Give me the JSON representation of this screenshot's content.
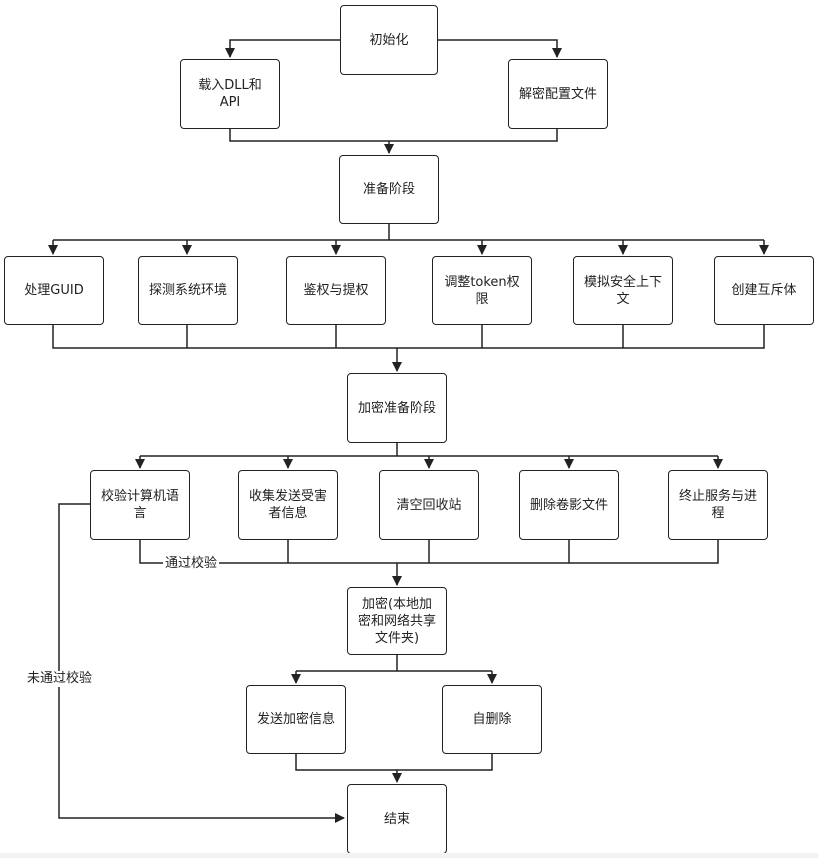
{
  "nodes": {
    "init": "初始化",
    "load_dll": "载入DLL和\nAPI",
    "decrypt_cfg": "解密配置文件",
    "prep": "准备阶段",
    "guid": "处理GUID",
    "detect": "探测系统环境",
    "auth": "鉴权与提权",
    "token": "调整token权\n限",
    "impersonate": "模拟安全上下\n文",
    "mutex": "创建互斥体",
    "enc_prep": "加密准备阶段",
    "check_lang": "校验计算机语\n言",
    "collect": "收集发送受害\n者信息",
    "recycle": "清空回收站",
    "shadow": "删除卷影文件",
    "kill": "终止服务与进\n程",
    "encrypt": "加密(本地加\n密和网络共享\n文件夹)",
    "send_info": "发送加密信息",
    "self_delete": "自删除",
    "end": "结束"
  },
  "edge_labels": {
    "pass": "通过校验",
    "fail": "未通过校验"
  }
}
